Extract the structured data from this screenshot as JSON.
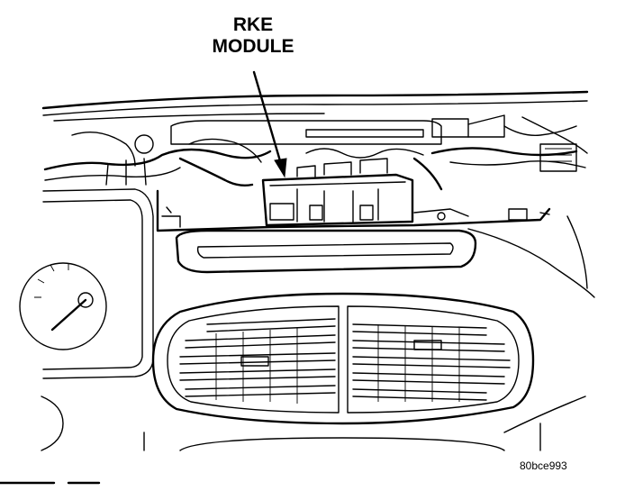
{
  "callout": {
    "line1": "RKE",
    "line2": "MODULE"
  },
  "figure_id": "80bce993",
  "colors": {
    "ink": "#000000",
    "paper": "#ffffff"
  }
}
